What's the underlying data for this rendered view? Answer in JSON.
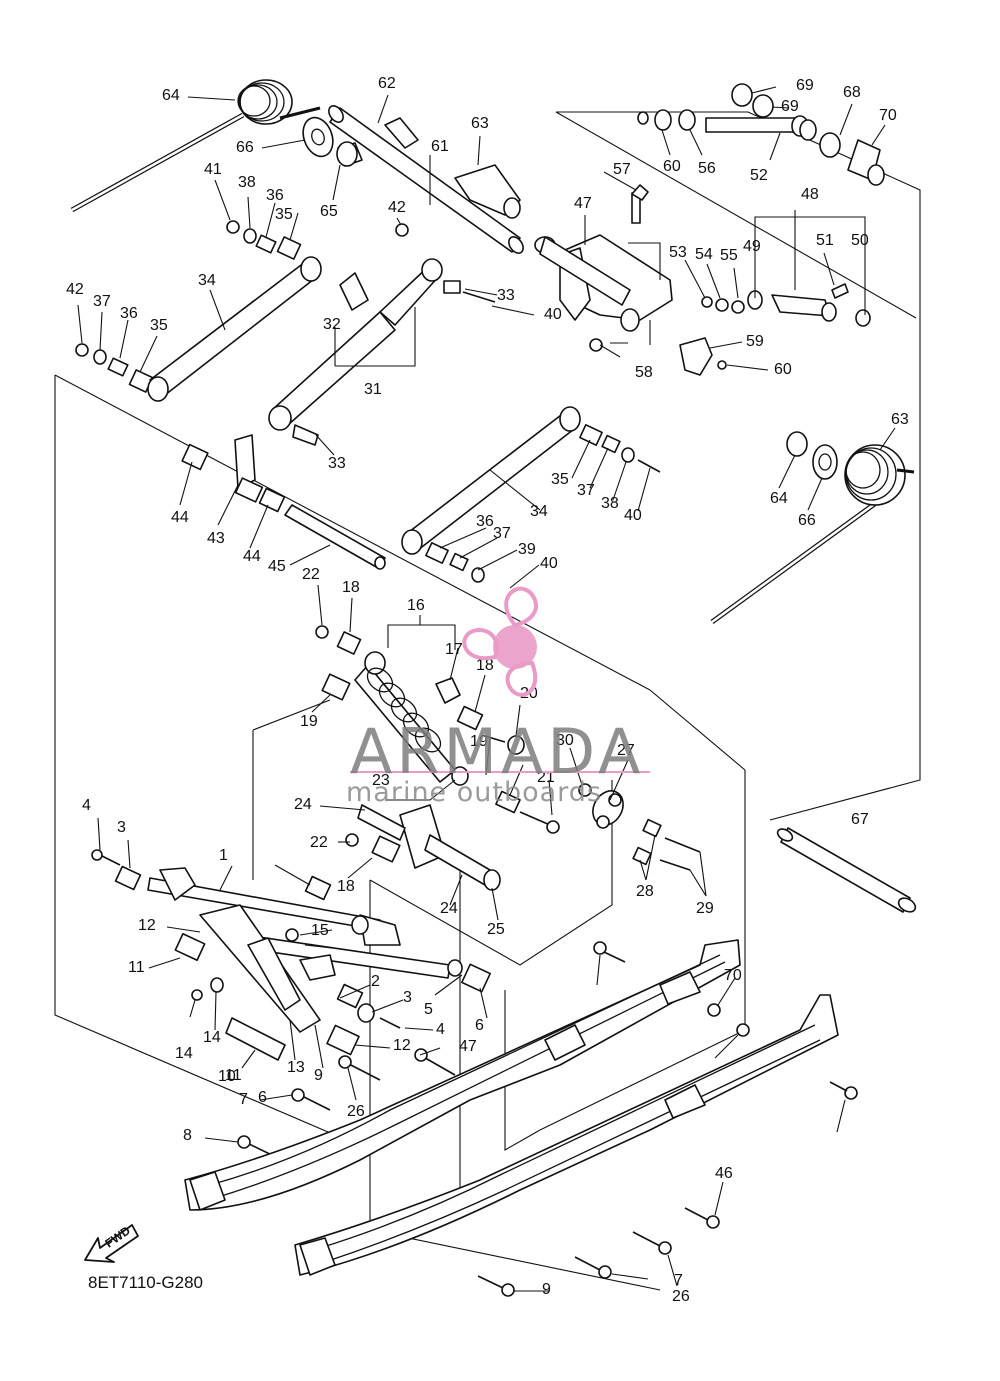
{
  "diagram_code": "8ET7110-G280",
  "fwd_label": "FWD",
  "watermark": {
    "brand": "ARMADA",
    "tagline": "marine outboards",
    "color": "#e99ac6"
  },
  "part_labels": [
    "1",
    "2",
    "3",
    "3",
    "4",
    "4",
    "5",
    "6",
    "6",
    "7",
    "7",
    "8",
    "9",
    "9",
    "10",
    "11",
    "11",
    "12",
    "12",
    "13",
    "14",
    "14",
    "15",
    "16",
    "17",
    "18",
    "18",
    "18",
    "19",
    "19",
    "20",
    "21",
    "22",
    "22",
    "23",
    "24",
    "24",
    "25",
    "26",
    "26",
    "27",
    "28",
    "29",
    "30",
    "31",
    "32",
    "33",
    "33",
    "34",
    "34",
    "35",
    "35",
    "35",
    "36",
    "36",
    "36",
    "37",
    "37",
    "37",
    "38",
    "38",
    "39",
    "40",
    "40",
    "40",
    "41",
    "42",
    "42",
    "43",
    "44",
    "44",
    "45",
    "46",
    "47",
    "47",
    "48",
    "49",
    "50",
    "51",
    "52",
    "53",
    "54",
    "55",
    "56",
    "57",
    "58",
    "59",
    "60",
    "60",
    "61",
    "62",
    "63",
    "63",
    "64",
    "64",
    "65",
    "66",
    "66",
    "67",
    "68",
    "69",
    "69",
    "70",
    "70"
  ]
}
